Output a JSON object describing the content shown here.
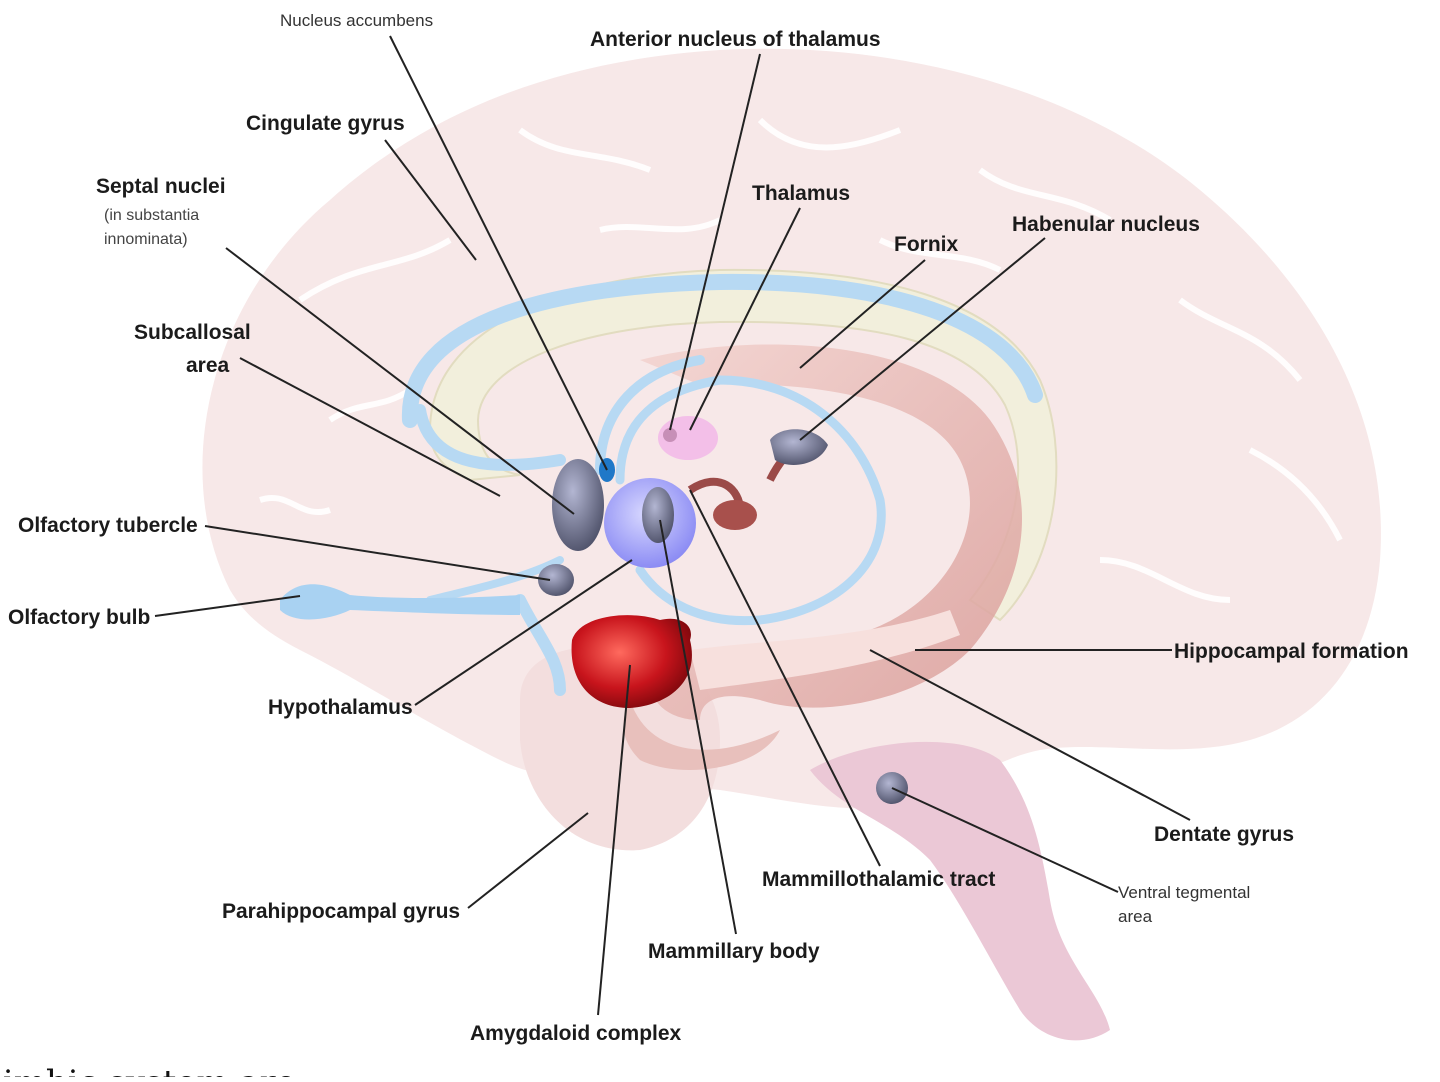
{
  "labels": {
    "nucleus_accumbens": "Nucleus accumbens",
    "anterior_nucleus_thalamus": "Anterior nucleus of thalamus",
    "cingulate_gyrus": "Cingulate gyrus",
    "septal_nuclei": "Septal nuclei",
    "septal_note_1": "(in substantia",
    "septal_note_2": "innominata)",
    "thalamus": "Thalamus",
    "fornix": "Fornix",
    "habenular_nucleus": "Habenular nucleus",
    "subcallosal_1": "Subcallosal",
    "subcallosal_2": "area",
    "olfactory_tubercle": "Olfactory tubercle",
    "olfactory_bulb": "Olfactory bulb",
    "hippocampal_formation": "Hippocampal formation",
    "hypothalamus": "Hypothalamus",
    "dentate_gyrus": "Dentate gyrus",
    "mammillothalamic_tract": "Mammillothalamic tract",
    "ventral_tegmental_1": "Ventral tegmental",
    "ventral_tegmental_2": "area",
    "parahippocampal_gyrus": "Parahippocampal gyrus",
    "mammillary_body": "Mammillary body",
    "amygdaloid_complex": "Amygdaloid complex"
  },
  "caption_fragment": "limbic system are",
  "colors": {
    "brain": "#f6e6e6",
    "gyri": "#ffffff",
    "fornix_blue": "#b7d9f3",
    "cingulum_cream": "#f2efdc",
    "hippocampus": "#e8b8b4",
    "amygdala": "#c0141c",
    "hypothalamus": "#8f8ff0",
    "septal": "#6c6f8c",
    "thalamus_pink": "#f0b8e6"
  }
}
